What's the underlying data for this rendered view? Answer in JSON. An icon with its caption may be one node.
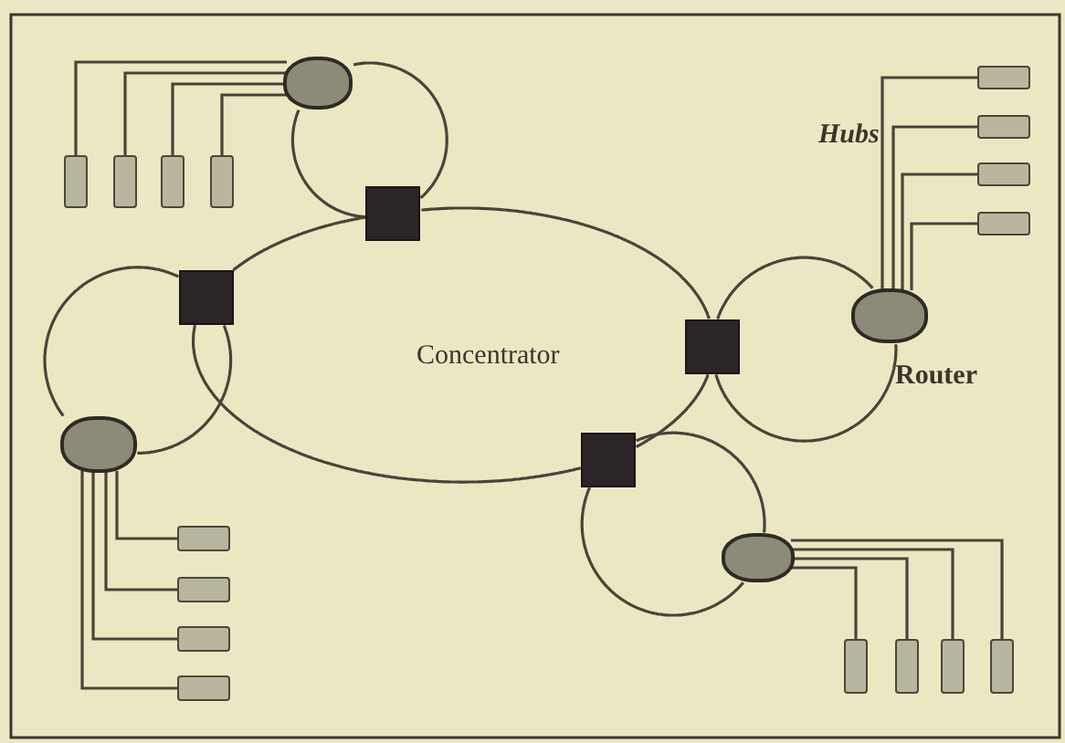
{
  "diagram": {
    "nodes": [
      {
        "text": [],
        "shape": "box"
      },
      {
        "text": [],
        "shape": "box"
      },
      {
        "text": [],
        "shape": "box"
      },
      {
        "text": [],
        "shape": "box"
      },
      {
        "text": [],
        "shape": "oval"
      },
      {
        "text": [],
        "shape": "oval"
      },
      {
        "text": [],
        "shape": "oval",
        "beside": [
          "Router"
        ]
      },
      {
        "text": [],
        "shape": "oval"
      },
      {
        "text": [],
        "shape": "box"
      },
      {
        "text": [],
        "shape": "box"
      },
      {
        "text": [],
        "shape": "box"
      },
      {
        "text": [],
        "shape": "box"
      },
      {
        "text": [],
        "shape": "box"
      },
      {
        "text": [],
        "shape": "box"
      },
      {
        "text": [],
        "shape": "box"
      },
      {
        "text": [],
        "shape": "box"
      },
      {
        "text": [],
        "shape": "box"
      },
      {
        "text": [],
        "shape": "box"
      },
      {
        "text": [],
        "shape": "box"
      },
      {
        "text": [],
        "shape": "box"
      },
      {
        "text": [],
        "shape": "box"
      },
      {
        "text": [],
        "shape": "box"
      },
      {
        "text": [],
        "shape": "box"
      },
      {
        "text": [],
        "shape": "box"
      }
    ],
    "edges": [
      {
        "from": 0,
        "to": 1,
        "arrow": "none"
      },
      {
        "from": 1,
        "to": 3,
        "arrow": "none"
      },
      {
        "from": 3,
        "to": 2,
        "arrow": "none"
      },
      {
        "from": 2,
        "to": 0,
        "arrow": "none"
      },
      {
        "from": 0,
        "to": 4,
        "arrow": "none"
      },
      {
        "from": 0,
        "to": 4,
        "arrow": "none"
      },
      {
        "from": 1,
        "to": 5,
        "arrow": "none"
      },
      {
        "from": 1,
        "to": 5,
        "arrow": "none"
      },
      {
        "from": 2,
        "to": 6,
        "arrow": "none"
      },
      {
        "from": 2,
        "to": 6,
        "arrow": "none"
      },
      {
        "from": 3,
        "to": 7,
        "arrow": "none"
      },
      {
        "from": 3,
        "to": 7,
        "arrow": "none"
      },
      {
        "from": 4,
        "to": 8,
        "arrow": "none"
      },
      {
        "from": 4,
        "to": 9,
        "arrow": "none"
      },
      {
        "from": 4,
        "to": 10,
        "arrow": "none"
      },
      {
        "from": 4,
        "to": 11,
        "arrow": "none"
      },
      {
        "from": 5,
        "to": 12,
        "arrow": "none"
      },
      {
        "from": 5,
        "to": 13,
        "arrow": "none"
      },
      {
        "from": 5,
        "to": 14,
        "arrow": "none"
      },
      {
        "from": 5,
        "to": 15,
        "arrow": "none"
      },
      {
        "from": 6,
        "to": 16,
        "arrow": "none"
      },
      {
        "from": 6,
        "to": 17,
        "arrow": "none"
      },
      {
        "from": 6,
        "to": 18,
        "arrow": "none"
      },
      {
        "from": 6,
        "to": 19,
        "arrow": "none"
      },
      {
        "from": 7,
        "to": 20,
        "arrow": "none"
      },
      {
        "from": 7,
        "to": 21,
        "arrow": "none"
      },
      {
        "from": 7,
        "to": 22,
        "arrow": "none"
      },
      {
        "from": 7,
        "to": 23,
        "arrow": "none"
      }
    ],
    "labels": [
      "Hubs",
      "Concentrator"
    ]
  }
}
